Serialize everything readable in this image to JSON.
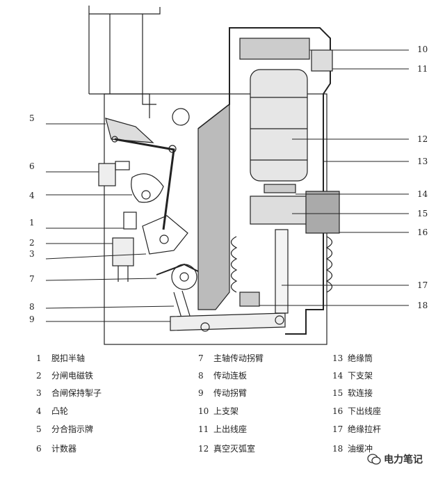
{
  "callouts": [
    "1",
    "2",
    "3",
    "4",
    "5",
    "6",
    "7",
    "8",
    "9",
    "10",
    "11",
    "12",
    "13",
    "14",
    "15",
    "16",
    "17",
    "18"
  ],
  "legend": [
    {
      "num": "1",
      "text": "脱扣半轴"
    },
    {
      "num": "2",
      "text": "分闸电磁铁"
    },
    {
      "num": "3",
      "text": "合闸保持掣子"
    },
    {
      "num": "4",
      "text": "凸轮"
    },
    {
      "num": "5",
      "text": "分合指示牌"
    },
    {
      "num": "6",
      "text": "计数器"
    },
    {
      "num": "7",
      "text": "主轴传动拐臂"
    },
    {
      "num": "8",
      "text": "传动连板"
    },
    {
      "num": "9",
      "text": "传动拐臂"
    },
    {
      "num": "10",
      "text": "上支架"
    },
    {
      "num": "11",
      "text": "上出线座"
    },
    {
      "num": "12",
      "text": "真空灭弧室"
    },
    {
      "num": "13",
      "text": "绝缘筒"
    },
    {
      "num": "14",
      "text": "下支架"
    },
    {
      "num": "15",
      "text": "软连接"
    },
    {
      "num": "16",
      "text": "下出线座"
    },
    {
      "num": "17",
      "text": "绝缘拉杆"
    },
    {
      "num": "18",
      "text": "油缓冲"
    }
  ],
  "brand": {
    "name": "电力笔记",
    "icon": "wechat-icon"
  }
}
